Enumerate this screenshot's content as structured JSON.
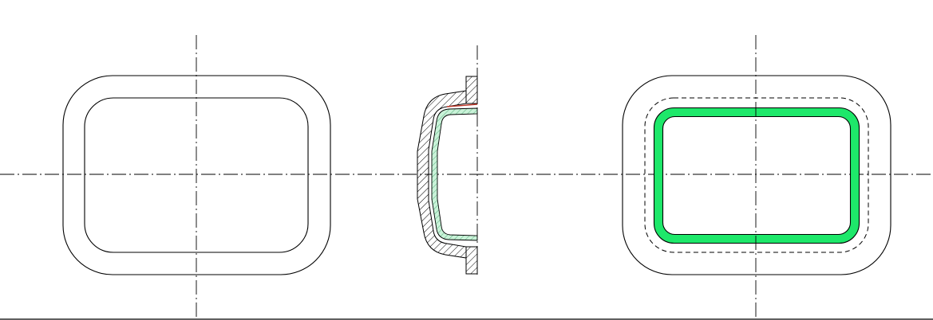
{
  "drawing": {
    "colors": {
      "line": "#000000",
      "background": "#ffffff",
      "highlight_band": "#1ee86a",
      "section_fill": "#c9f2d8",
      "accent_line": "#c0392b"
    },
    "views": [
      {
        "name": "front-view",
        "features": [
          "outer-rounded-rectangle",
          "inner-rounded-rectangle",
          "center-lines"
        ]
      },
      {
        "name": "section-view",
        "features": [
          "hatched-shell",
          "flange",
          "liner-layer"
        ]
      },
      {
        "name": "top-view",
        "features": [
          "outer-rounded-rectangle",
          "hidden-line-rectangle",
          "highlighted-band"
        ]
      }
    ]
  }
}
